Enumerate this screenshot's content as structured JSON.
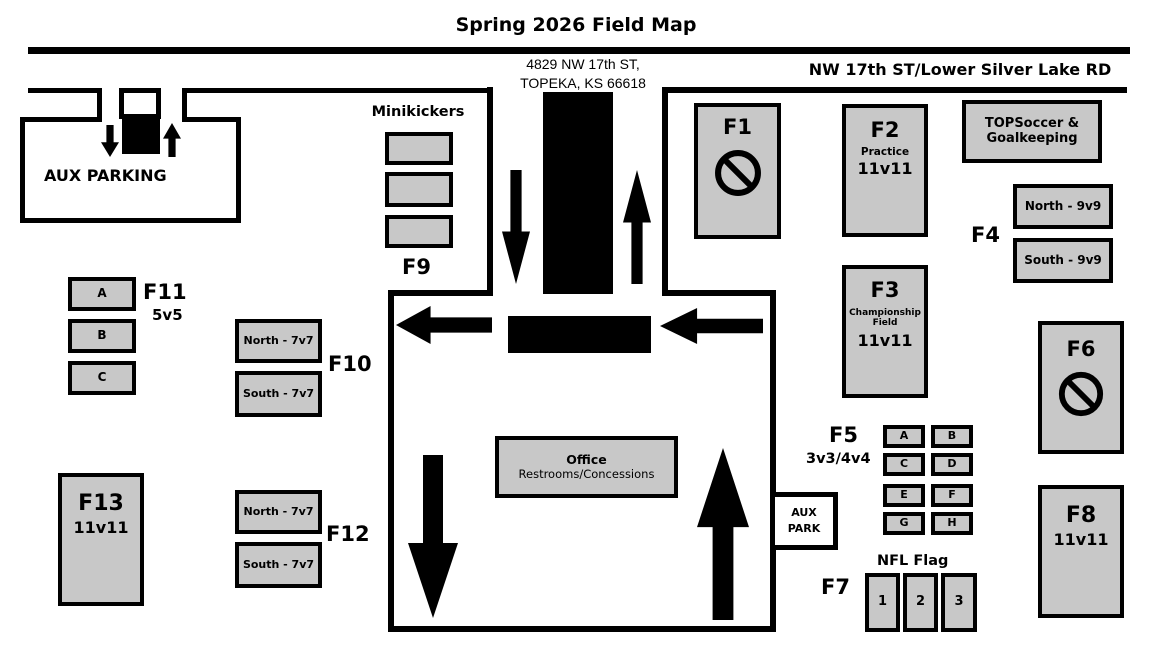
{
  "header": {
    "title": "Spring 2026 Field Map",
    "address_line1": "4829 NW 17th ST,",
    "address_line2": "TOPEKA, KS 66618",
    "road_name": "NW 17th ST/Lower Silver Lake RD"
  },
  "parking": {
    "aux_label": "AUX PARKING",
    "aux_small_line1": "AUX",
    "aux_small_line2": "PARK"
  },
  "office": {
    "line1": "Office",
    "line2": "Restrooms/Concessions"
  },
  "fields": {
    "f1": {
      "label": "F1",
      "status_icon": "no-entry-icon"
    },
    "f2": {
      "label": "F2",
      "sub1": "Practice",
      "sub2": "11v11"
    },
    "f3": {
      "label": "F3",
      "sub1": "Championship",
      "sub2": "Field",
      "sub3": "11v11"
    },
    "f4": {
      "label": "F4",
      "north": "North - 9v9",
      "south": "South - 9v9"
    },
    "f5": {
      "label": "F5",
      "sub": "3v3/4v4",
      "cells": [
        "A",
        "B",
        "C",
        "D",
        "E",
        "F",
        "G",
        "H"
      ]
    },
    "f6": {
      "label": "F6",
      "status_icon": "no-entry-icon"
    },
    "f7": {
      "label": "F7",
      "group": "NFL Flag",
      "cells": [
        "1",
        "2",
        "3"
      ]
    },
    "f8": {
      "label": "F8",
      "sub": "11v11"
    },
    "f9": {
      "label": "F9",
      "group": "Minikickers",
      "box_count": 3
    },
    "f10": {
      "label": "F10",
      "north": "North - 7v7",
      "south": "South - 7v7"
    },
    "f11": {
      "label": "F11",
      "sub": "5v5",
      "cells": [
        "A",
        "B",
        "C"
      ]
    },
    "f12": {
      "label": "F12",
      "north": "North - 7v7",
      "south": "South - 7v7"
    },
    "f13": {
      "label": "F13",
      "sub": "11v11"
    },
    "topsoccer": {
      "line1": "TOPSoccer &",
      "line2": "Goalkeeping"
    }
  },
  "colors": {
    "field_fill": "#c8c8c8",
    "line": "#000000",
    "background": "#ffffff"
  }
}
